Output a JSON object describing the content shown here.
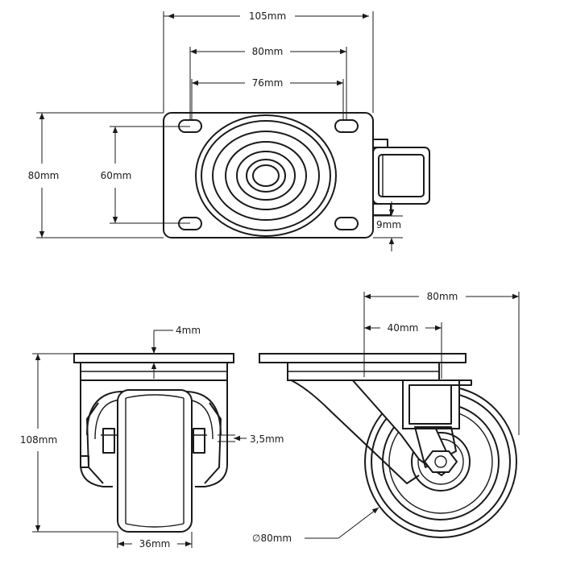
{
  "dimensions": {
    "top_width_outer": "105mm",
    "top_width_mid": "80mm",
    "top_width_inner": "76mm",
    "top_height_outer": "80mm",
    "top_height_inner": "60mm",
    "brake_offset": "9mm",
    "front_plate_thickness": "4mm",
    "front_height": "108mm",
    "front_fork_thickness": "3,5mm",
    "front_wheel_width": "36mm",
    "side_width": "80mm",
    "side_offset": "40mm",
    "side_wheel_diameter": "∅80mm"
  }
}
